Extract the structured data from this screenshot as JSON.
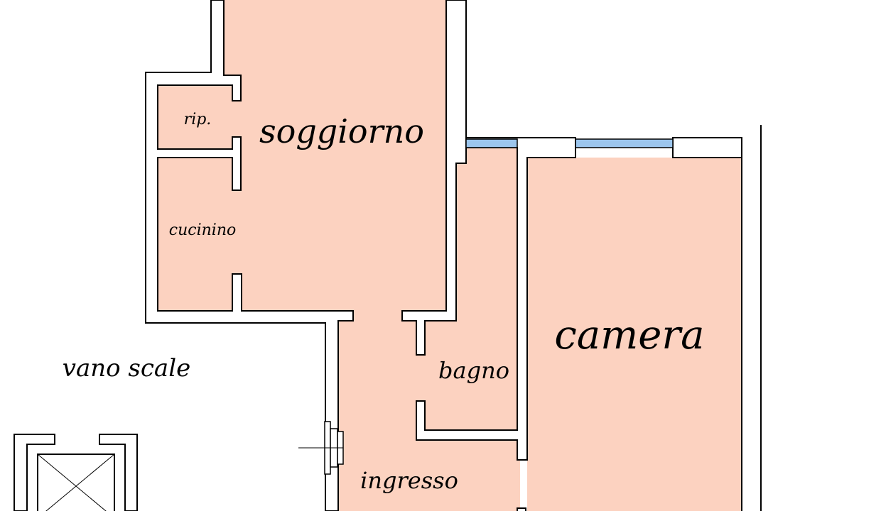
{
  "rooms": {
    "soggiorno": "soggiorno",
    "rip": "rip.",
    "cucinino": "cucinino",
    "camera": "camera",
    "bagno": "bagno",
    "ingresso": "ingresso",
    "vano_scale": "vano scale"
  },
  "colors": {
    "room_fill": "#fcd2c0",
    "wall": "#000000",
    "window": "#9cc6ee",
    "background": "#ffffff"
  }
}
